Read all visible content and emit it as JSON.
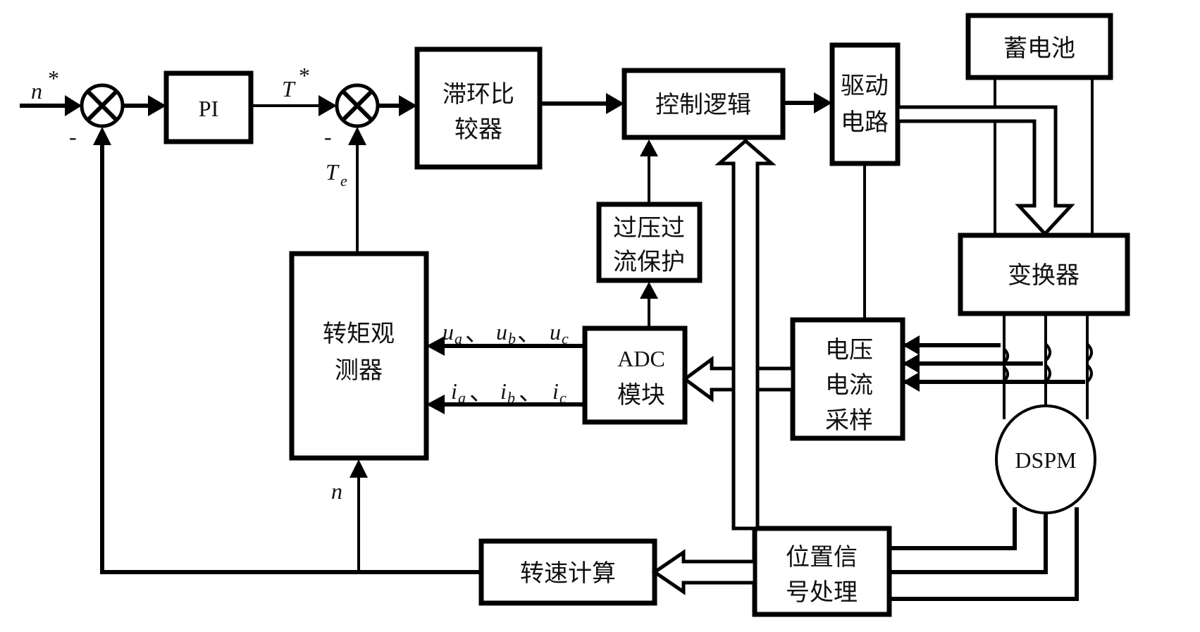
{
  "diagram": {
    "title": "DSPM motor control system block diagram",
    "inputs": {
      "speed_ref": "n",
      "speed_ref_sup": "*",
      "torque_ref": "T",
      "torque_ref_sup": "*",
      "torque_est": "T",
      "torque_est_sub": "e",
      "speed_fb": "n",
      "minus1": "-",
      "minus2": "-"
    },
    "blocks": {
      "pi": "PI",
      "hysteresis": [
        "滞环比",
        "较器"
      ],
      "control_logic": "控制逻辑",
      "drive_circuit": [
        "驱动",
        "电路"
      ],
      "battery": "蓄电池",
      "converter": "变换器",
      "protection": [
        "过压过",
        "流保护"
      ],
      "torque_observer": [
        "转矩观",
        "测器"
      ],
      "adc": [
        "ADC",
        "模块"
      ],
      "sampling": [
        "电压",
        "电流",
        "采样"
      ],
      "motor": "DSPM",
      "speed_calc": "转速计算",
      "position": [
        "位置信",
        "号处理"
      ]
    },
    "signals": {
      "voltage": [
        {
          "sym": "u",
          "sub": "a",
          "sep": "、"
        },
        {
          "sym": "u",
          "sub": "b",
          "sep": "、"
        },
        {
          "sym": "u",
          "sub": "c",
          "sep": ""
        }
      ],
      "current": [
        {
          "sym": "i",
          "sub": "a",
          "sep": "、"
        },
        {
          "sym": "i",
          "sub": "b",
          "sep": "、"
        },
        {
          "sym": "i",
          "sub": "c",
          "sep": ""
        }
      ]
    }
  }
}
